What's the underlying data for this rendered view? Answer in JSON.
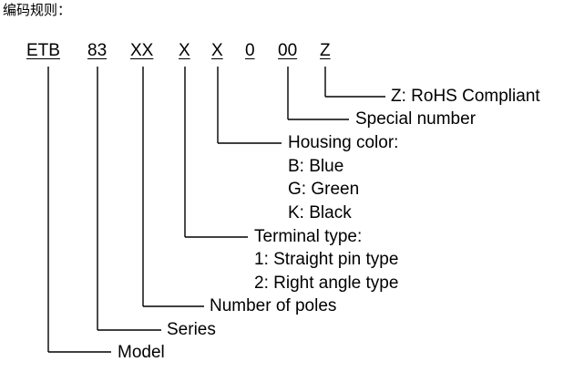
{
  "title": "编码规则：",
  "code_segments": {
    "model": "ETB",
    "series": "83",
    "poles": "XX",
    "terminal": "X",
    "housing": "X",
    "fixed_zero": "0",
    "special": "00",
    "rohs": "Z"
  },
  "descriptions": {
    "rohs": "Z: RoHS Compliant",
    "special": "Special number",
    "housing_title": "Housing color:",
    "housing_blue": "B: Blue",
    "housing_green": "G: Green",
    "housing_black": "K: Black",
    "terminal_title": "Terminal type:",
    "terminal_straight": "1: Straight pin type",
    "terminal_right": "2: Right angle type",
    "poles": "Number of poles",
    "series": "Series",
    "model": "Model"
  }
}
